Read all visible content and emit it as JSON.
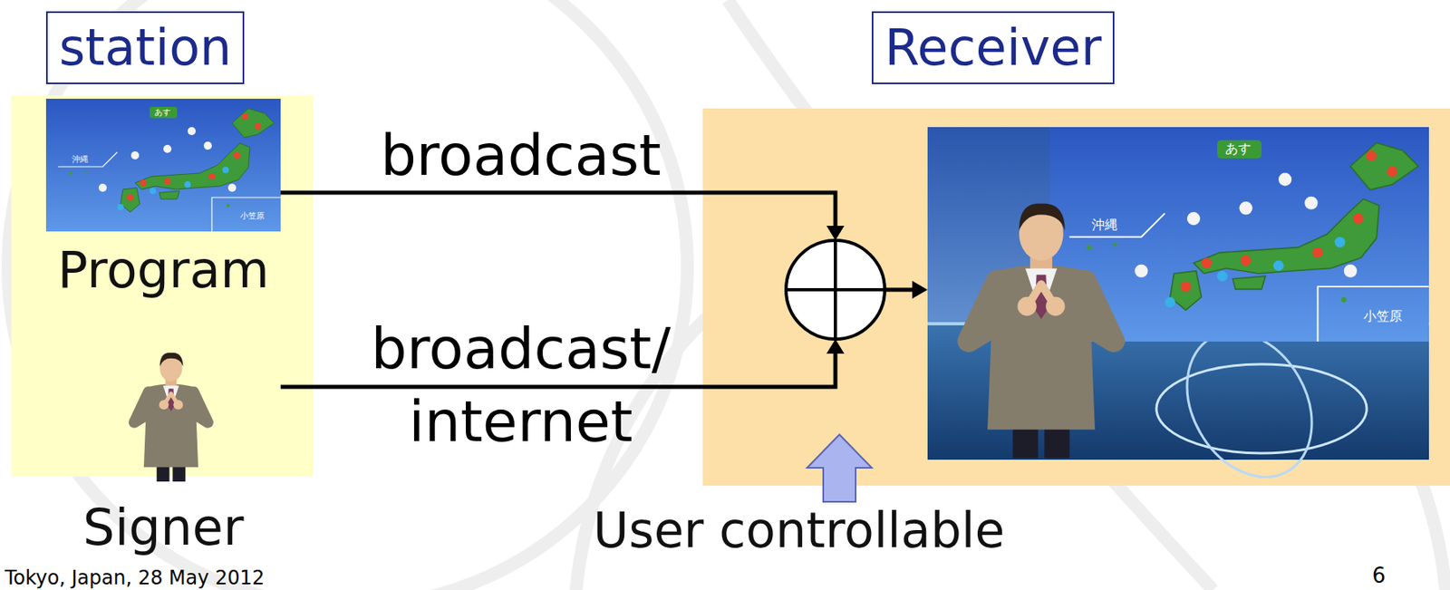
{
  "diagram": {
    "nodes": [
      {
        "text": [
          "station"
        ]
      },
      {
        "text": [
          "Program"
        ],
        "in": 0
      },
      {
        "text": [
          "Signer"
        ],
        "in": 0
      },
      {
        "text": [
          "Receiver"
        ]
      }
    ],
    "edges": [
      {
        "from": 1,
        "to": 3,
        "label": "broadcast",
        "arrow": "to"
      },
      {
        "from": 2,
        "to": 3,
        "label": "broadcast/ internet",
        "arrow": "to"
      }
    ],
    "labels": [
      "あす",
      "沖縄",
      "小笠原",
      "あす",
      "沖縄",
      "小笠原",
      "User controllable",
      "Tokyo, Japan, 28 May 2012",
      "6"
    ]
  }
}
